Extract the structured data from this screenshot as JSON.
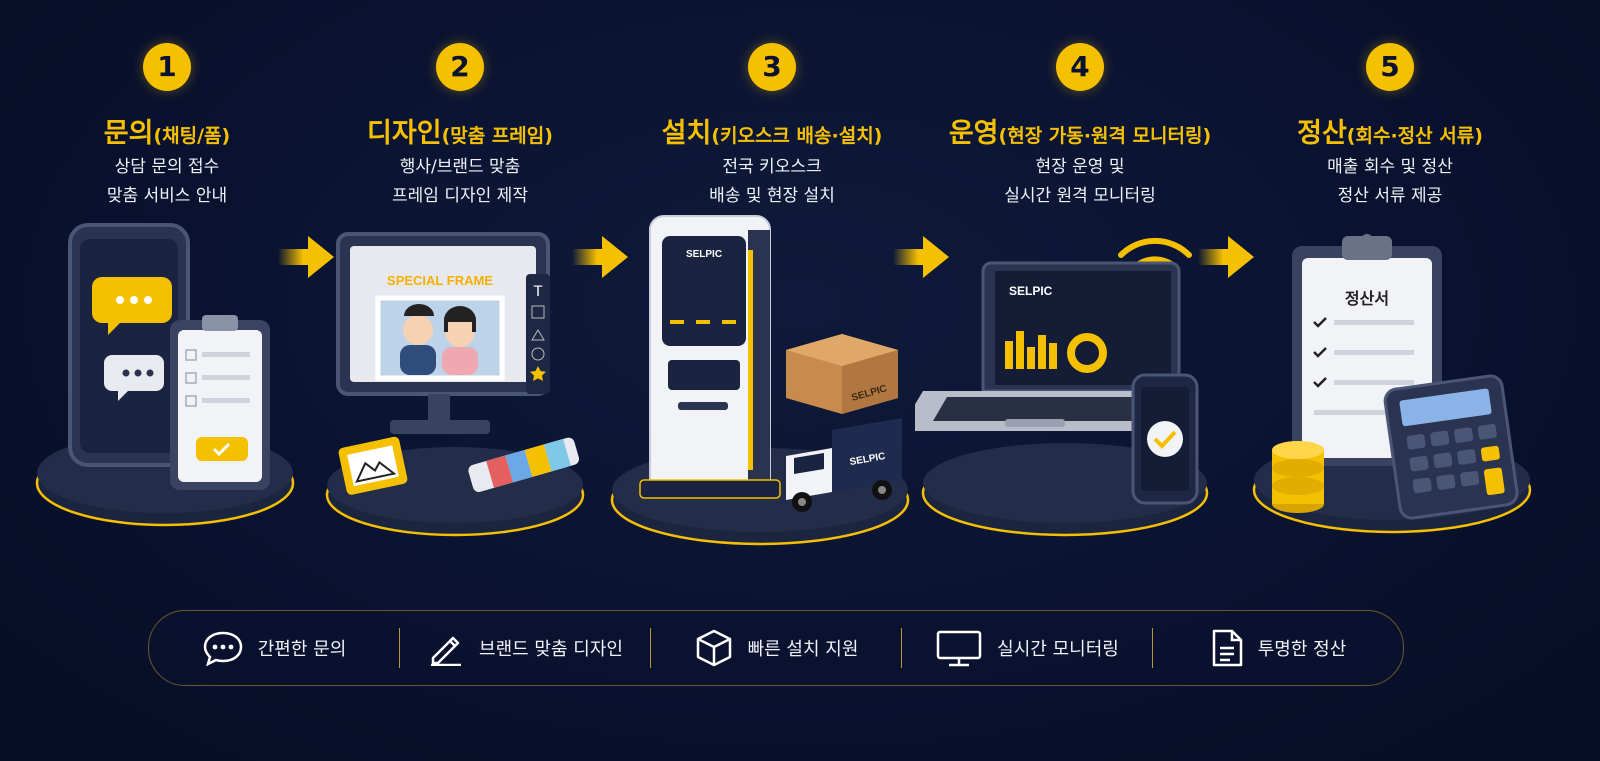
{
  "steps": [
    {
      "num": "1",
      "title": "문의",
      "sub": "(채팅/폼)",
      "desc1": "상담 문의 접수",
      "desc2": "맞춤 서비스 안내"
    },
    {
      "num": "2",
      "title": "디자인",
      "sub": "(맞춤 프레임)",
      "desc1": "행사/브랜드 맞춤",
      "desc2": "프레임 디자인 제작"
    },
    {
      "num": "3",
      "title": "설치",
      "sub": "(키오스크 배송·설치)",
      "desc1": "전국 키오스크",
      "desc2": "배송 및 현장 설치"
    },
    {
      "num": "4",
      "title": "운영",
      "sub": "(현장 가동·원격 모니터링)",
      "desc1": "현장 운영 및",
      "desc2": "실시간 원격 모니터링"
    },
    {
      "num": "5",
      "title": "정산",
      "sub": "(회수·정산 서류)",
      "desc1": "매출 회수 및 정산",
      "desc2": "정산 서류 제공"
    }
  ],
  "illustrations": {
    "frame_label": "SPECIAL FRAME",
    "kiosk_brand": "SELPIC",
    "box_brand": "SELPIC",
    "truck_brand": "SELPIC",
    "laptop_brand": "SELPIC",
    "doc_title": "정산서",
    "toolbar_T": "T"
  },
  "features": [
    {
      "icon": "chat-bubble-icon",
      "label": "간편한 문의"
    },
    {
      "icon": "pencil-icon",
      "label": "브랜드 맞춤 디자인"
    },
    {
      "icon": "box-icon",
      "label": "빠른 설치 지원"
    },
    {
      "icon": "monitor-icon",
      "label": "실시간 모니터링"
    },
    {
      "icon": "document-icon",
      "label": "투명한 정산"
    }
  ],
  "colors": {
    "accent": "#f5c000",
    "background": "#0a1230",
    "platform": "#1c2540"
  }
}
